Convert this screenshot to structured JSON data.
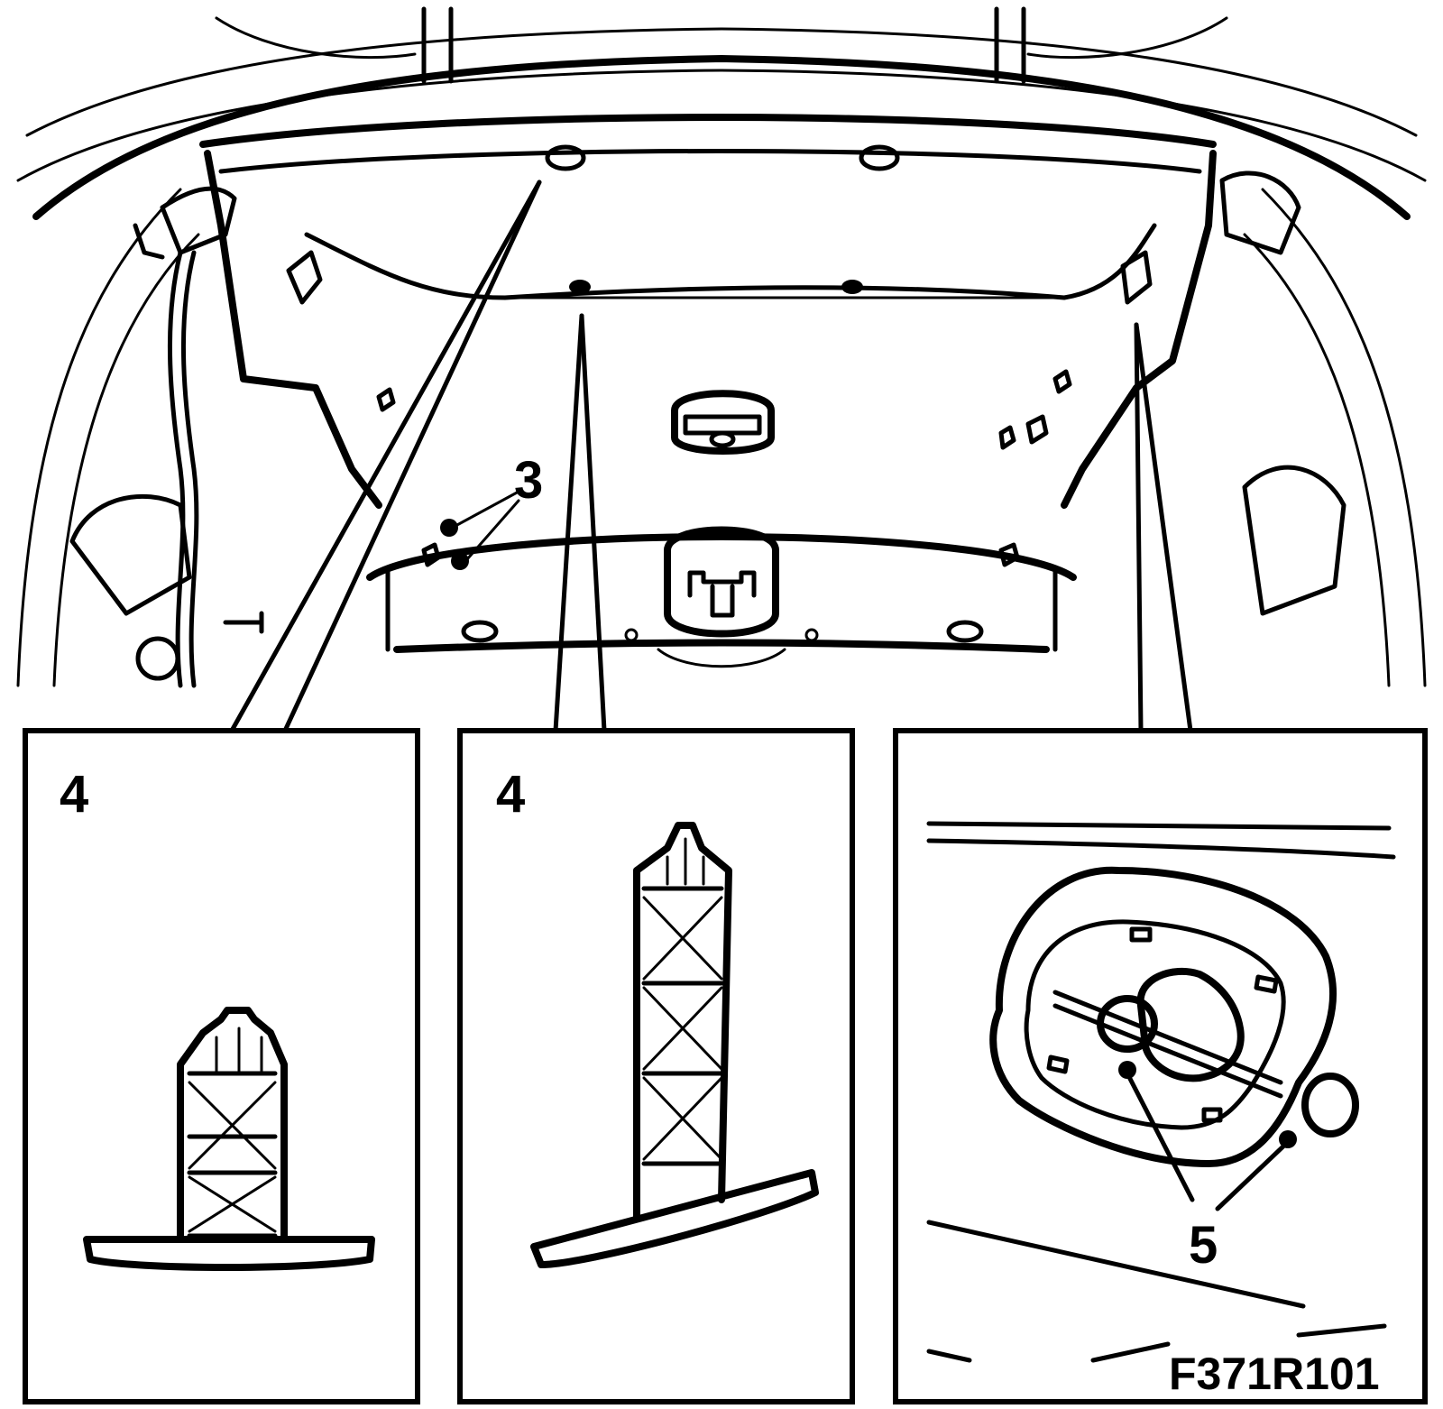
{
  "labels": {
    "callout_3": "3",
    "panel_left_number": "4",
    "panel_middle_number": "4",
    "callout_5": "5",
    "figure_id": "F371R101"
  }
}
